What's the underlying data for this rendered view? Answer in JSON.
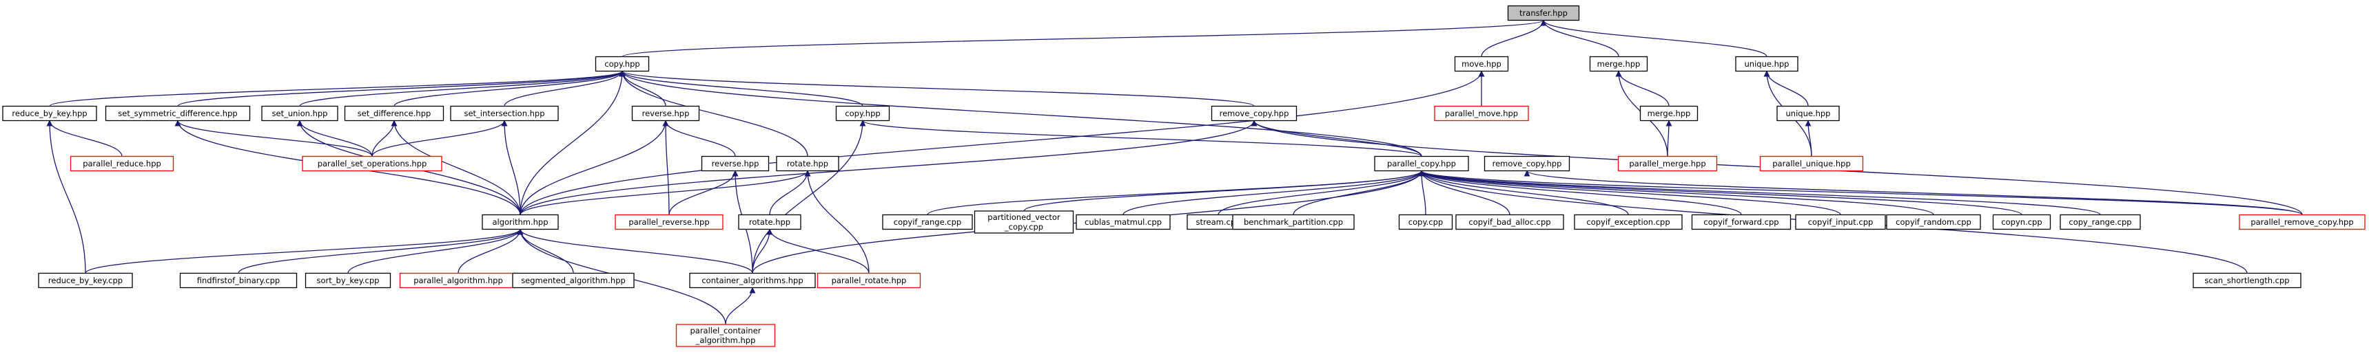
{
  "colors": {
    "edge": "#191970",
    "border_black": "#000000",
    "border_red": "#ff0000",
    "root_fill": "#bfbfbf",
    "node_fill": "#ffffff"
  },
  "nodes": [
    {
      "id": "transfer",
      "lines": [
        "transfer.hpp"
      ],
      "style": "root"
    },
    {
      "id": "copy",
      "lines": [
        "copy.hpp"
      ],
      "style": "normal"
    },
    {
      "id": "move",
      "lines": [
        "move.hpp"
      ],
      "style": "normal"
    },
    {
      "id": "merge1",
      "lines": [
        "merge.hpp"
      ],
      "style": "normal"
    },
    {
      "id": "unique1",
      "lines": [
        "unique.hpp"
      ],
      "style": "normal"
    },
    {
      "id": "parallel_move",
      "lines": [
        "parallel_move.hpp"
      ],
      "style": "red"
    },
    {
      "id": "merge2",
      "lines": [
        "merge.hpp"
      ],
      "style": "normal"
    },
    {
      "id": "unique2",
      "lines": [
        "unique.hpp"
      ],
      "style": "normal"
    },
    {
      "id": "reduce_by_key",
      "lines": [
        "reduce_by_key.hpp"
      ],
      "style": "normal"
    },
    {
      "id": "set_symdiff",
      "lines": [
        "set_symmetric_difference.hpp"
      ],
      "style": "normal"
    },
    {
      "id": "set_union",
      "lines": [
        "set_union.hpp"
      ],
      "style": "normal"
    },
    {
      "id": "set_difference",
      "lines": [
        "set_difference.hpp"
      ],
      "style": "normal"
    },
    {
      "id": "set_intersection",
      "lines": [
        "set_intersection.hpp"
      ],
      "style": "normal"
    },
    {
      "id": "reverse1",
      "lines": [
        "reverse.hpp"
      ],
      "style": "normal"
    },
    {
      "id": "copy2",
      "lines": [
        "copy.hpp"
      ],
      "style": "normal"
    },
    {
      "id": "remove_copy1",
      "lines": [
        "remove_copy.hpp"
      ],
      "style": "normal"
    },
    {
      "id": "parallel_reduce",
      "lines": [
        "parallel_reduce.hpp"
      ],
      "style": "red"
    },
    {
      "id": "parallel_set_ops",
      "lines": [
        "parallel_set_operations.hpp"
      ],
      "style": "red"
    },
    {
      "id": "reverse2",
      "lines": [
        "reverse.hpp"
      ],
      "style": "normal"
    },
    {
      "id": "rotate1",
      "lines": [
        "rotate.hpp"
      ],
      "style": "normal"
    },
    {
      "id": "parallel_copy",
      "lines": [
        "parallel_copy.hpp"
      ],
      "style": "normal"
    },
    {
      "id": "remove_copy2",
      "lines": [
        "remove_copy.hpp"
      ],
      "style": "normal"
    },
    {
      "id": "parallel_merge",
      "lines": [
        "parallel_merge.hpp"
      ],
      "style": "red"
    },
    {
      "id": "parallel_unique",
      "lines": [
        "parallel_unique.hpp"
      ],
      "style": "red"
    },
    {
      "id": "parallel_reverse",
      "lines": [
        "parallel_reverse.hpp"
      ],
      "style": "red"
    },
    {
      "id": "rotate2",
      "lines": [
        "rotate.hpp"
      ],
      "style": "normal"
    },
    {
      "id": "algorithm",
      "lines": [
        "algorithm.hpp"
      ],
      "style": "normal"
    },
    {
      "id": "copyif_range",
      "lines": [
        "copyif_range.cpp"
      ],
      "style": "normal"
    },
    {
      "id": "partitioned_vector_copy",
      "lines": [
        "partitioned_vector",
        "_copy.cpp"
      ],
      "style": "normal"
    },
    {
      "id": "cublas_matmul",
      "lines": [
        "cublas_matmul.cpp"
      ],
      "style": "normal"
    },
    {
      "id": "stream",
      "lines": [
        "stream.cpp"
      ],
      "style": "normal"
    },
    {
      "id": "benchmark_partition",
      "lines": [
        "benchmark_partition.cpp"
      ],
      "style": "normal"
    },
    {
      "id": "copy_cpp",
      "lines": [
        "copy.cpp"
      ],
      "style": "normal"
    },
    {
      "id": "copyif_bad_alloc",
      "lines": [
        "copyif_bad_alloc.cpp"
      ],
      "style": "normal"
    },
    {
      "id": "copyif_exception",
      "lines": [
        "copyif_exception.cpp"
      ],
      "style": "normal"
    },
    {
      "id": "copyif_forward",
      "lines": [
        "copyif_forward.cpp"
      ],
      "style": "normal"
    },
    {
      "id": "copyif_input",
      "lines": [
        "copyif_input.cpp"
      ],
      "style": "normal"
    },
    {
      "id": "copyif_random",
      "lines": [
        "copyif_random.cpp"
      ],
      "style": "normal"
    },
    {
      "id": "copyn",
      "lines": [
        "copyn.cpp"
      ],
      "style": "normal"
    },
    {
      "id": "copy_range",
      "lines": [
        "copy_range.cpp"
      ],
      "style": "normal"
    },
    {
      "id": "parallel_remove_copy",
      "lines": [
        "parallel_remove_copy.hpp"
      ],
      "style": "red"
    },
    {
      "id": "reduce_by_key_cpp",
      "lines": [
        "reduce_by_key.cpp"
      ],
      "style": "normal"
    },
    {
      "id": "findfirstof_binary",
      "lines": [
        "findfirstof_binary.cpp"
      ],
      "style": "normal"
    },
    {
      "id": "sort_by_key",
      "lines": [
        "sort_by_key.cpp"
      ],
      "style": "normal"
    },
    {
      "id": "parallel_algorithm",
      "lines": [
        "parallel_algorithm.hpp"
      ],
      "style": "red"
    },
    {
      "id": "segmented_algorithm",
      "lines": [
        "segmented_algorithm.hpp"
      ],
      "style": "normal"
    },
    {
      "id": "container_algorithms",
      "lines": [
        "container_algorithms.hpp"
      ],
      "style": "normal"
    },
    {
      "id": "parallel_rotate",
      "lines": [
        "parallel_rotate.hpp"
      ],
      "style": "red"
    },
    {
      "id": "scan_shortlength",
      "lines": [
        "scan_shortlength.cpp"
      ],
      "style": "normal"
    },
    {
      "id": "parallel_container_algorithm",
      "lines": [
        "parallel_container",
        "_algorithm.hpp"
      ],
      "style": "red"
    }
  ],
  "edges": [
    [
      "copy",
      "transfer"
    ],
    [
      "move",
      "transfer"
    ],
    [
      "merge1",
      "transfer"
    ],
    [
      "unique1",
      "transfer"
    ],
    [
      "parallel_move",
      "move"
    ],
    [
      "merge2",
      "merge1"
    ],
    [
      "parallel_merge",
      "merge1"
    ],
    [
      "unique2",
      "unique1"
    ],
    [
      "parallel_unique",
      "unique1"
    ],
    [
      "parallel_merge",
      "merge2"
    ],
    [
      "parallel_unique",
      "unique2"
    ],
    [
      "reduce_by_key",
      "copy"
    ],
    [
      "set_symdiff",
      "copy"
    ],
    [
      "set_union",
      "copy"
    ],
    [
      "set_difference",
      "copy"
    ],
    [
      "set_intersection",
      "copy"
    ],
    [
      "reverse1",
      "copy"
    ],
    [
      "copy2",
      "copy"
    ],
    [
      "remove_copy1",
      "copy"
    ],
    [
      "rotate1",
      "copy"
    ],
    [
      "algorithm",
      "copy"
    ],
    [
      "parallel_copy",
      "copy"
    ],
    [
      "parallel_reduce",
      "reduce_by_key"
    ],
    [
      "reduce_by_key_cpp",
      "reduce_by_key"
    ],
    [
      "parallel_set_ops",
      "set_symdiff"
    ],
    [
      "algorithm",
      "set_symdiff"
    ],
    [
      "parallel_set_ops",
      "set_union"
    ],
    [
      "algorithm",
      "set_union"
    ],
    [
      "parallel_set_ops",
      "set_difference"
    ],
    [
      "algorithm",
      "set_difference"
    ],
    [
      "parallel_set_ops",
      "set_intersection"
    ],
    [
      "algorithm",
      "set_intersection"
    ],
    [
      "reverse2",
      "reverse1"
    ],
    [
      "algorithm",
      "reverse1"
    ],
    [
      "parallel_reverse",
      "reverse1"
    ],
    [
      "container_algorithms",
      "copy2"
    ],
    [
      "parallel_copy",
      "copy2"
    ],
    [
      "parallel_copy",
      "remove_copy1"
    ],
    [
      "algorithm",
      "remove_copy1"
    ],
    [
      "parallel_remove_copy",
      "remove_copy1"
    ],
    [
      "parallel_reverse",
      "reverse2"
    ],
    [
      "container_algorithms",
      "reverse2"
    ],
    [
      "rotate2",
      "rotate1"
    ],
    [
      "algorithm",
      "rotate1"
    ],
    [
      "parallel_rotate",
      "rotate1"
    ],
    [
      "container_algorithms",
      "rotate2"
    ],
    [
      "parallel_rotate",
      "rotate2"
    ],
    [
      "copyif_range",
      "parallel_copy"
    ],
    [
      "partitioned_vector_copy",
      "parallel_copy"
    ],
    [
      "cublas_matmul",
      "parallel_copy"
    ],
    [
      "stream",
      "parallel_copy"
    ],
    [
      "benchmark_partition",
      "parallel_copy"
    ],
    [
      "copy_cpp",
      "parallel_copy"
    ],
    [
      "copyif_bad_alloc",
      "parallel_copy"
    ],
    [
      "copyif_exception",
      "parallel_copy"
    ],
    [
      "copyif_forward",
      "parallel_copy"
    ],
    [
      "copyif_input",
      "parallel_copy"
    ],
    [
      "copyif_random",
      "parallel_copy"
    ],
    [
      "copyn",
      "parallel_copy"
    ],
    [
      "copy_range",
      "parallel_copy"
    ],
    [
      "parallel_remove_copy",
      "parallel_copy"
    ],
    [
      "scan_shortlength",
      "parallel_copy"
    ],
    [
      "container_algorithms",
      "parallel_copy"
    ],
    [
      "parallel_remove_copy",
      "remove_copy2"
    ],
    [
      "reduce_by_key_cpp",
      "algorithm"
    ],
    [
      "findfirstof_binary",
      "algorithm"
    ],
    [
      "sort_by_key",
      "algorithm"
    ],
    [
      "parallel_algorithm",
      "algorithm"
    ],
    [
      "segmented_algorithm",
      "algorithm"
    ],
    [
      "container_algorithms",
      "algorithm"
    ],
    [
      "parallel_container_algorithm",
      "algorithm"
    ],
    [
      "parallel_container_algorithm",
      "container_algorithms"
    ],
    [
      "algorithm",
      "move"
    ]
  ]
}
